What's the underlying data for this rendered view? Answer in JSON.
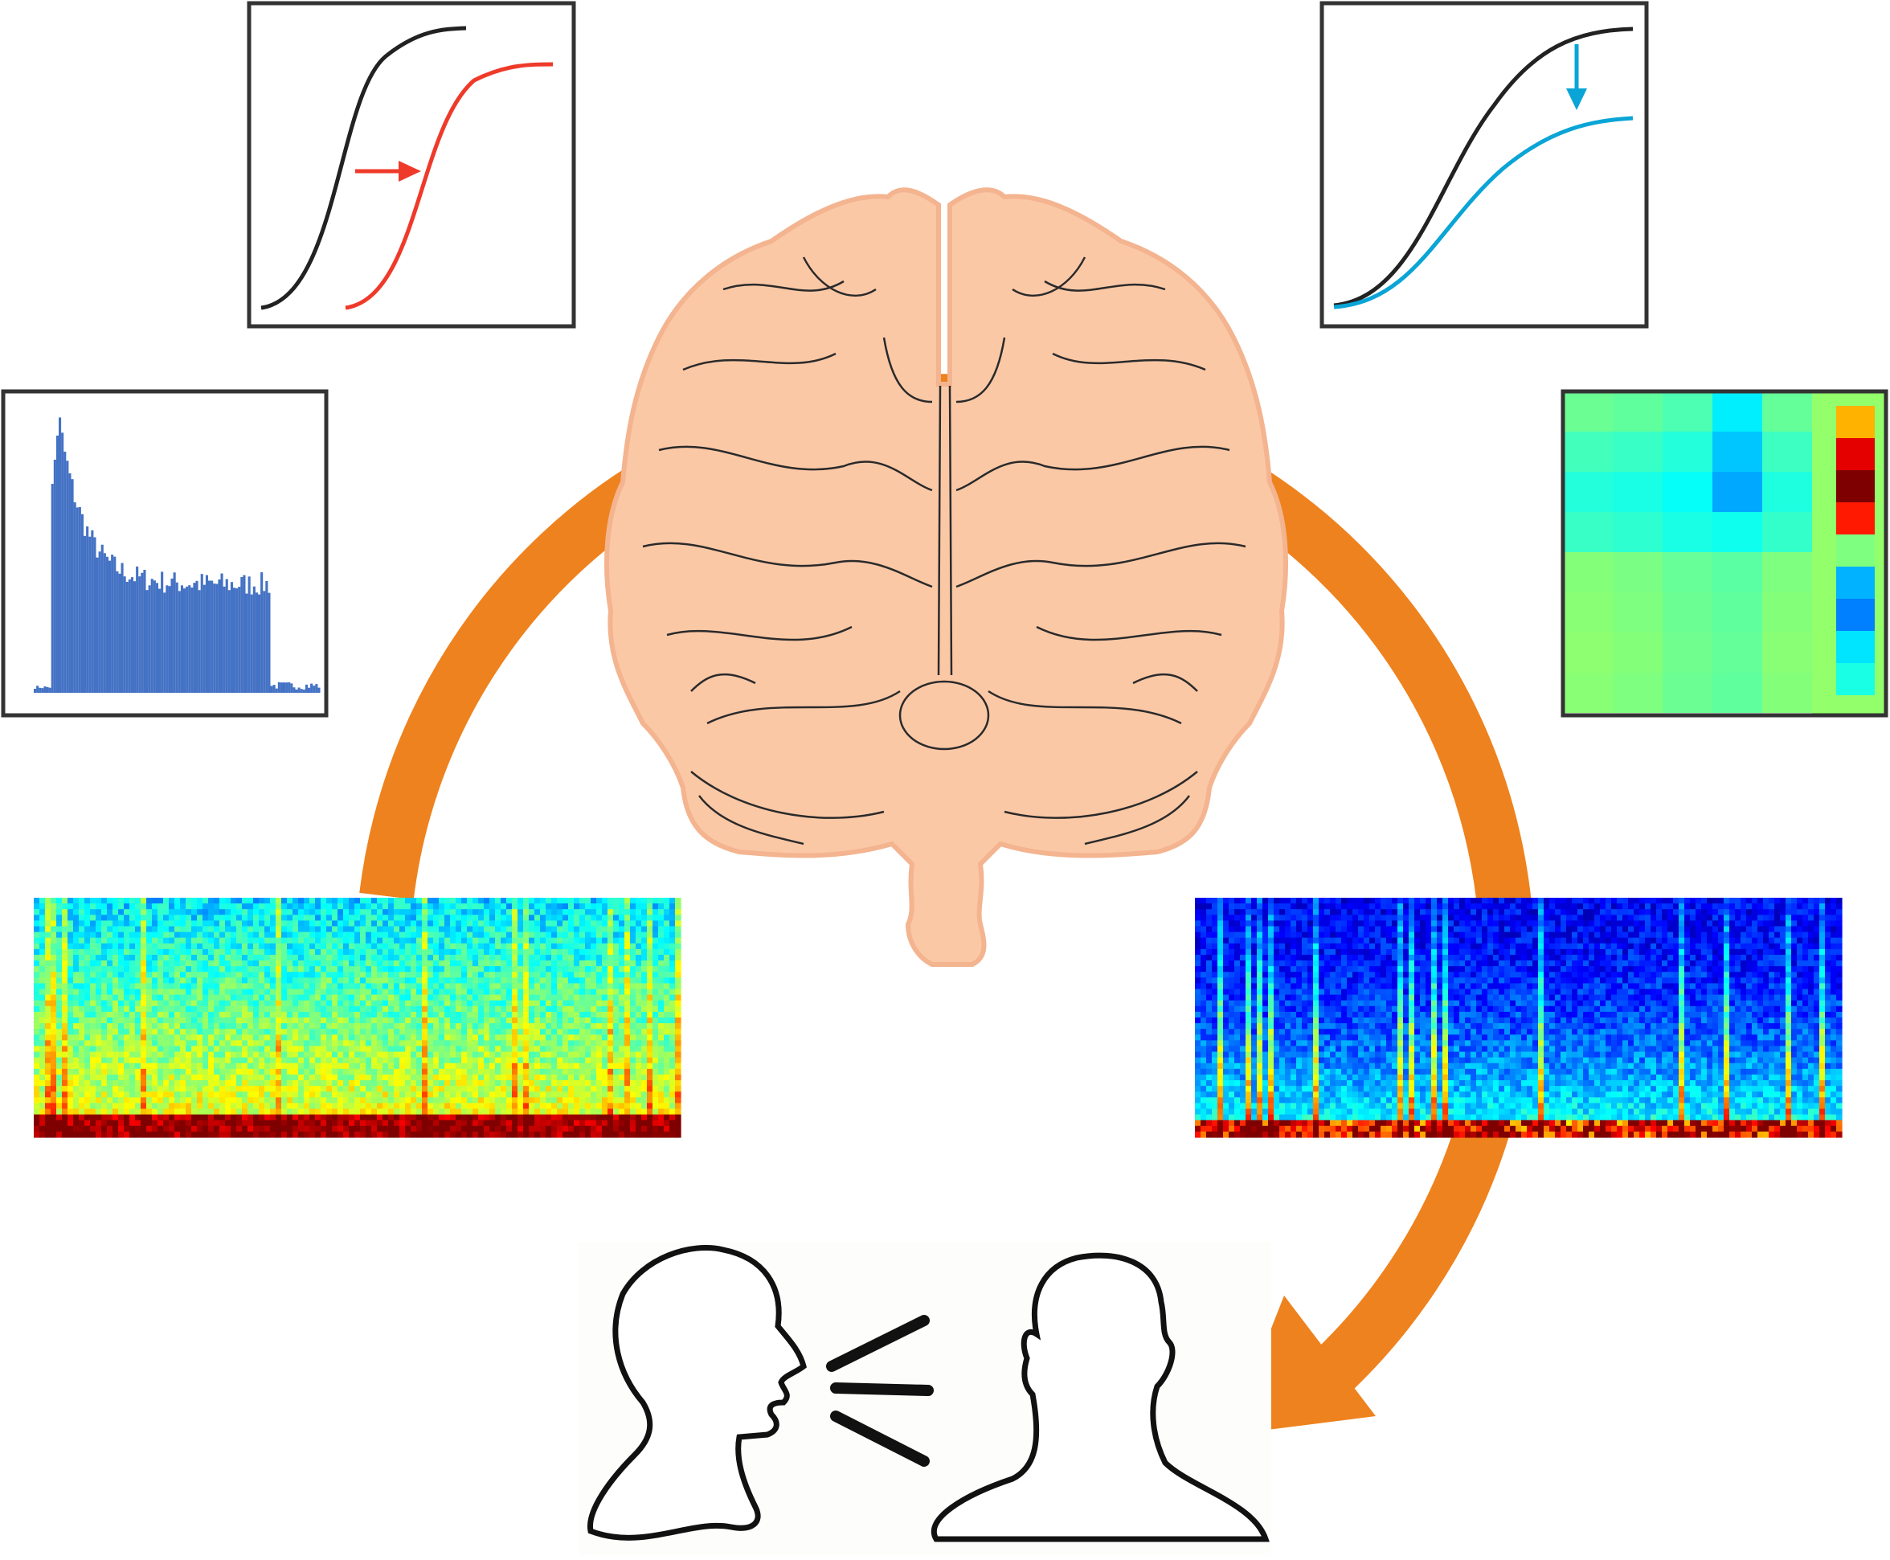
{
  "colors": {
    "cycle_arrow": "#ee821e",
    "brain_fill": "#fbc8a6",
    "brain_outline": "#2a2a2a",
    "curve_baseline": "#222222",
    "curve_shifted": "#ef3a2a",
    "curve_scaled": "#0aa5d6",
    "histogram_bars": "#4472c4",
    "panel_border": "#333333"
  },
  "panels": {
    "top_left": "shifted-sigmoid-plot",
    "top_right": "scaled-sigmoid-plot",
    "mid_left": "histogram",
    "mid_right": "heatmap",
    "bottom_left": "noisy-spectrogram",
    "bottom_right": "clean-spectrogram",
    "bottom_center": "speaker-listener-icon"
  }
}
